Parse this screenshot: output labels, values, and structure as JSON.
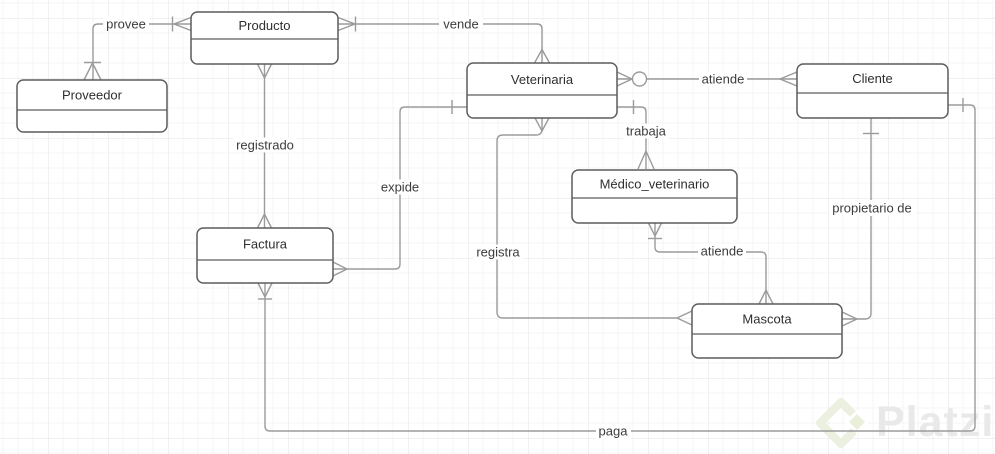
{
  "diagram": {
    "type": "entity-relationship",
    "entities": [
      {
        "id": "proveedor",
        "label": "Proveedor"
      },
      {
        "id": "producto",
        "label": "Producto"
      },
      {
        "id": "veterinaria",
        "label": "Veterinaria"
      },
      {
        "id": "cliente",
        "label": "Cliente"
      },
      {
        "id": "medico_veterinario",
        "label": "Médico_veterinario"
      },
      {
        "id": "factura",
        "label": "Factura"
      },
      {
        "id": "mascota",
        "label": "Mascota"
      }
    ],
    "relationships": [
      {
        "label": "provee",
        "from": "Proveedor",
        "to": "Producto",
        "from_marker": "one-many",
        "to_marker": "one-many"
      },
      {
        "label": "vende",
        "from": "Producto",
        "to": "Veterinaria",
        "from_marker": "one-many",
        "to_marker": "many"
      },
      {
        "label": "registrado",
        "from": "Producto",
        "to": "Factura",
        "from_marker": "many",
        "to_marker": "many"
      },
      {
        "label": "expide",
        "from": "Veterinaria",
        "to": "Factura",
        "from_marker": "one",
        "to_marker": "many"
      },
      {
        "label": "atiende",
        "from": "Veterinaria",
        "to": "Cliente",
        "from_marker": "zero-many",
        "to_marker": "many"
      },
      {
        "label": "trabaja",
        "from": "Veterinaria",
        "to": "Médico_veterinario",
        "from_marker": "one",
        "to_marker": "many"
      },
      {
        "label": "registra",
        "from": "Veterinaria",
        "to": "Mascota",
        "from_marker": "many",
        "to_marker": "many"
      },
      {
        "label": "atiende",
        "from": "Médico_veterinario",
        "to": "Mascota",
        "from_marker": "one-many",
        "to_marker": "many"
      },
      {
        "label": "propietario de",
        "from": "Cliente",
        "to": "Mascota",
        "from_marker": "one",
        "to_marker": "many"
      },
      {
        "label": "paga",
        "from": "Cliente",
        "to": "Factura",
        "from_marker": "one",
        "to_marker": "one-many"
      }
    ],
    "colors": {
      "entity_border": "#5c5c5c",
      "entity_fill": "#ffffff",
      "edge": "#9b9b9b",
      "text": "#2e2e2e",
      "grid_minor": "#f4f4f4",
      "grid_major": "#e3e3e3",
      "watermark_text": "#e9e9e9",
      "watermark_logo": "#ecf0e0"
    },
    "icons": {
      "watermark_logo": "platzi-gem-icon"
    },
    "watermark": {
      "text": "Platzi"
    }
  }
}
